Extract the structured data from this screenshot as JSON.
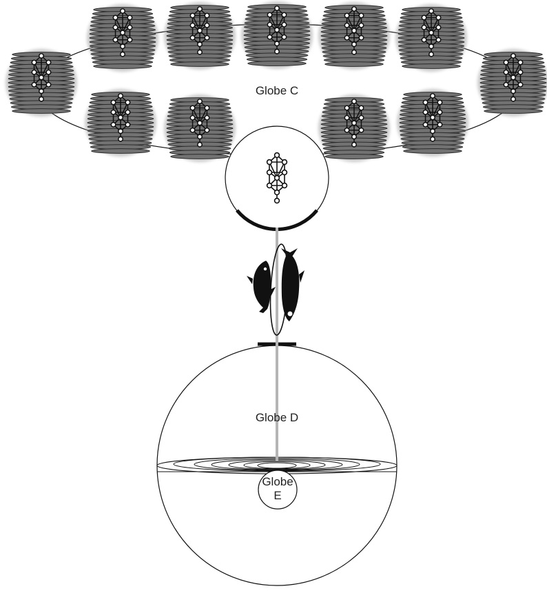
{
  "labels": {
    "globe_c": "Globe C",
    "globe_d": "Globe D",
    "globe_e_line1": "Globe",
    "globe_e_line2": "E"
  },
  "colors": {
    "line": "#111111",
    "coil_fill": "#6e6e6e",
    "coil_dark": "#2a2a2a",
    "axis": "#b5b5b5",
    "background": "#ffffff"
  },
  "icons": {
    "coil": "tree-of-life-coil-icon",
    "fish": "pisces-fish-icon"
  }
}
